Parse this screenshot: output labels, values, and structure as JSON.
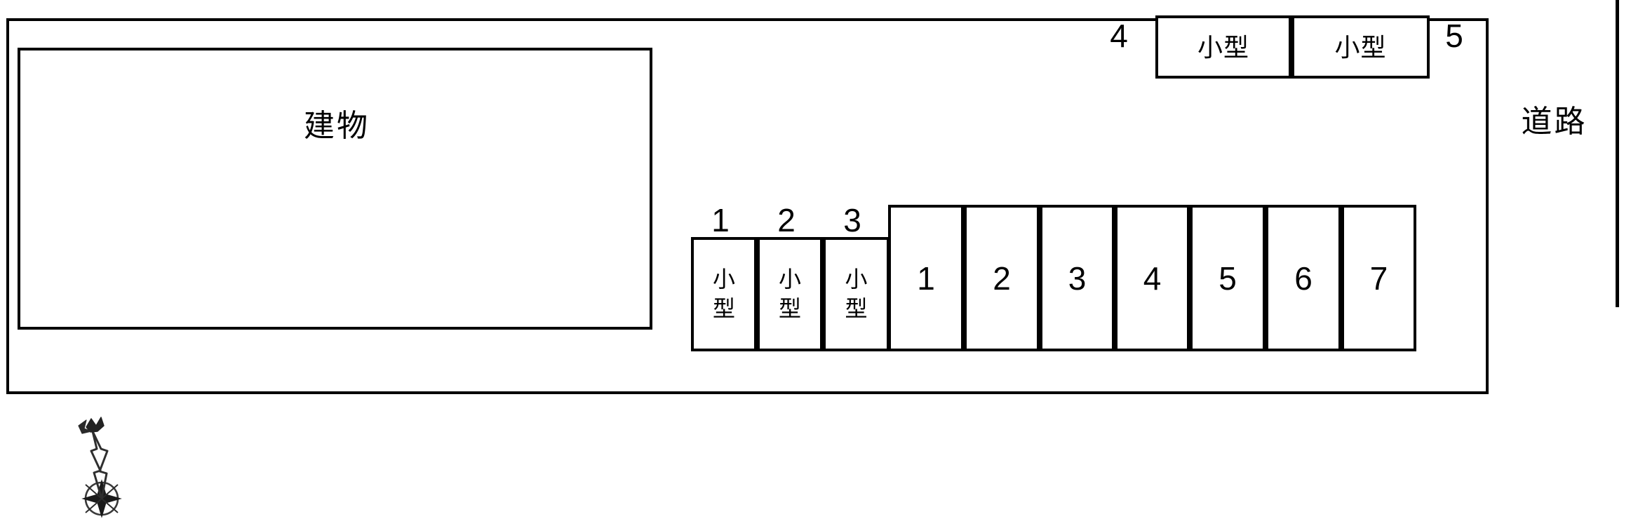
{
  "diagram": {
    "type": "parking-lot-layout",
    "title_text_visible": false,
    "building": {
      "label": "建物"
    },
    "road": {
      "label": "道路"
    },
    "compass": {
      "north_label": "北",
      "direction": "north-northeast"
    },
    "upper_row": {
      "left_number": "4",
      "right_number": "5",
      "stalls": [
        {
          "label": "小型"
        },
        {
          "label": "小型"
        }
      ]
    },
    "compact_row": {
      "numbers": [
        "1",
        "2",
        "3"
      ],
      "stalls": [
        {
          "number": "1",
          "label": "小型"
        },
        {
          "number": "2",
          "label": "小型"
        },
        {
          "number": "3",
          "label": "小型"
        }
      ]
    },
    "standard_row": {
      "stalls": [
        {
          "number": "1"
        },
        {
          "number": "2"
        },
        {
          "number": "3"
        },
        {
          "number": "4"
        },
        {
          "number": "5"
        },
        {
          "number": "6"
        },
        {
          "number": "7"
        }
      ]
    },
    "colors": {
      "stroke": "#000000",
      "background": "#ffffff"
    }
  }
}
